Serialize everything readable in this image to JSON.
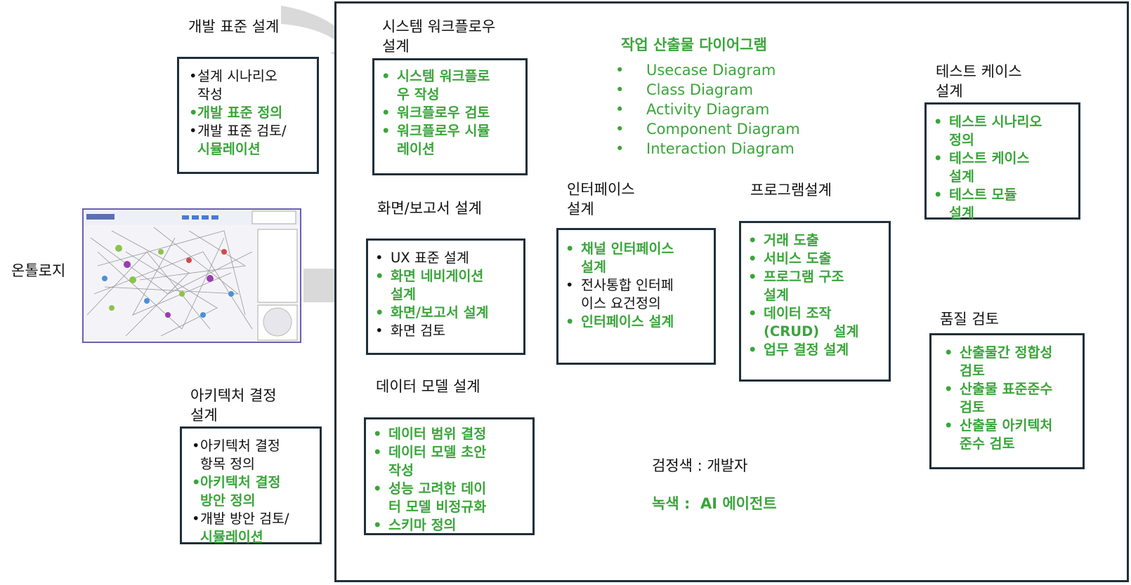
{
  "colors": {
    "green": "#3aa53a",
    "black": "#111111",
    "border": "#1f2f3a",
    "arrow": "#d9d9d9"
  },
  "ontology_label": "온톨로지",
  "dev_standard": {
    "title": "개발 표준 설계",
    "items": [
      {
        "text": "설계 시나리오\n작성",
        "color": "black"
      },
      {
        "text": "개발 표준 정의",
        "color": "green"
      },
      {
        "text": "개발 표준 검토/",
        "color": "black",
        "tail": "시뮬레이션"
      }
    ]
  },
  "arch_decision": {
    "title": "아키텍처 결정\n설계",
    "items": [
      {
        "text": "아키텍처 결정\n항목 정의",
        "color": "black"
      },
      {
        "text": "아키텍처 결정\n방안 정의",
        "color": "green"
      },
      {
        "text": "개발 방안 검토/",
        "color": "black",
        "tail": "시뮬레이션"
      }
    ]
  },
  "workflow": {
    "title": "시스템 워크플로우\n설계",
    "items": [
      {
        "text": "시스템 워크플로\n우 작성",
        "color": "green"
      },
      {
        "text": "워크플로우 검토",
        "color": "green"
      },
      {
        "text": "워크플로우 시뮬\n레이션",
        "color": "green"
      }
    ]
  },
  "artifacts": {
    "title": "작업 산출물 다이어그램",
    "items": [
      "Usecase Diagram",
      "Class Diagram",
      "Activity Diagram",
      "Component Diagram",
      "Interaction Diagram"
    ]
  },
  "test_case": {
    "title": "테스트 케이스\n설계",
    "items": [
      {
        "text": "테스트 시나리오\n정의",
        "color": "green"
      },
      {
        "text": "테스트 케이스\n설계",
        "color": "green"
      },
      {
        "text": "테스트 모듈\n설계",
        "color": "green"
      }
    ]
  },
  "screen": {
    "title": "화면/보고서 설계",
    "items": [
      {
        "text": "UX 표준 설계",
        "color": "black"
      },
      {
        "text": "화면 네비게이션\n설계",
        "color": "green"
      },
      {
        "text": "화면/보고서 설계",
        "color": "green"
      },
      {
        "text": "화면 검토",
        "color": "black"
      }
    ]
  },
  "interface": {
    "title": "인터페이스\n설계",
    "items": [
      {
        "text": "채널 인터페이스\n설계",
        "color": "green"
      },
      {
        "text": "전사통합 인터페\n이스 요건정의",
        "color": "black"
      },
      {
        "text": "인터페이스 설계",
        "color": "green"
      }
    ]
  },
  "program": {
    "title": "프로그램설계",
    "items": [
      {
        "text": "거래 도출",
        "color": "green"
      },
      {
        "text": "서비스 도출",
        "color": "green"
      },
      {
        "text": "프로그램 구조\n설계",
        "color": "green"
      },
      {
        "text": "데이터 조작\n(CRUD)   설계",
        "color": "green"
      },
      {
        "text": "업무 결정 설계",
        "color": "green"
      }
    ]
  },
  "quality": {
    "title": "품질 검토",
    "items": [
      {
        "text": "산출물간 정합성\n검토",
        "color": "green"
      },
      {
        "text": "산출물 표준준수\n검토",
        "color": "green"
      },
      {
        "text": "산출물 아키텍처\n준수 검토",
        "color": "green"
      }
    ]
  },
  "data_model": {
    "title": "데이터 모델 설계",
    "items": [
      {
        "text": "데이터 범위 결정",
        "color": "green"
      },
      {
        "text": "데이터 모델 초안\n작성",
        "color": "green"
      },
      {
        "text": "성능 고려한 데이\n터 모델 비정규화",
        "color": "green"
      },
      {
        "text": "스키마 정의",
        "color": "green"
      }
    ]
  },
  "legend": {
    "black": "검정색 : 개발자",
    "green": "녹색 :  AI 에이전트"
  }
}
